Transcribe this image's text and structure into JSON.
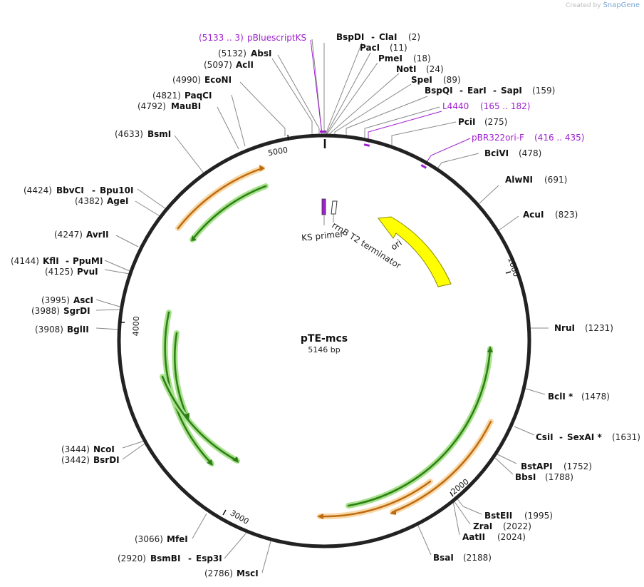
{
  "credit": {
    "prefix": "Created by",
    "brand": "SnapGene"
  },
  "plasmid": {
    "name": "pTE-mcs",
    "size": "5146 bp"
  },
  "ticks": [
    "1000",
    "2000",
    "3000",
    "4000",
    "5000"
  ],
  "features": {
    "ori": "ori",
    "rrnb": "rrnB T2 terminator",
    "ks": "KS primer"
  },
  "colors": {
    "backbone": "#222222",
    "primer": "#a020d0",
    "ori": "#ffff00",
    "cds": "#2e8b1e",
    "cds_glow": "#a6e28a",
    "orange": "#e48a1a",
    "orange_glow": "#f7d9a8",
    "leader": "#888888"
  },
  "labels": {
    "pbluescript_pos": "(5133 .. 3)",
    "pbluescript": "pBluescriptKS",
    "bspdi": "BspDI",
    "clai": "ClaI",
    "bspdi_pos": "(2)",
    "paci": "PacI",
    "paci_pos": "(11)",
    "pmei": "PmeI",
    "pmei_pos": "(18)",
    "noti": "NotI",
    "noti_pos": "(24)",
    "spei": "SpeI",
    "spei_pos": "(89)",
    "bspqi": "BspQI",
    "eari": "EarI",
    "sapi": "SapI",
    "bspqi_pos": "(159)",
    "l4440": "L4440",
    "l4440_pos": "(165 .. 182)",
    "pcii": "PciI",
    "pcii_pos": "(275)",
    "pbr": "pBR322ori-F",
    "pbr_pos": "(416 .. 435)",
    "bcivi": "BciVI",
    "bcivi_pos": "(478)",
    "alwni": "AlwNI",
    "alwni_pos": "(691)",
    "acui": "AcuI",
    "acui_pos": "(823)",
    "nrui": "NruI",
    "nrui_pos": "(1231)",
    "bcli": "BclI *",
    "bcli_pos": "(1478)",
    "csii": "CsiI",
    "sexai": "SexAI *",
    "csii_pos": "(1631)",
    "bstapi": "BstAPI",
    "bstapi_pos": "(1752)",
    "bbsi": "BbsI",
    "bbsi_pos": "(1788)",
    "bsteii": "BstEII",
    "bsteii_pos": "(1995)",
    "zrai": "ZraI",
    "zrai_pos": "(2022)",
    "aatii": "AatII",
    "aatii_pos": "(2024)",
    "bsai": "BsaI",
    "bsai_pos": "(2188)",
    "msci": "MscI",
    "msci_pos": "(2786)",
    "bsmbi": "BsmBI",
    "esp3i": "Esp3I",
    "bsmbi_pos": "(2920)",
    "mfei": "MfeI",
    "mfei_pos": "(3066)",
    "bsrdi": "BsrDI",
    "bsrdi_pos": "(3442)",
    "ncoi": "NcoI",
    "ncoi_pos": "(3444)",
    "bglii": "BglII",
    "bglii_pos": "(3908)",
    "sgrdi": "SgrDI",
    "sgrdi_pos": "(3988)",
    "asci": "AscI",
    "asci_pos": "(3995)",
    "pvui": "PvuI",
    "pvui_pos": "(4125)",
    "kfli": "KflI",
    "ppumi": "PpuMI",
    "kfli_pos": "(4144)",
    "avrii": "AvrII",
    "avrii_pos": "(4247)",
    "agei": "AgeI",
    "agei_pos": "(4382)",
    "bbvci": "BbvCI",
    "bpu10i": "Bpu10I",
    "bbvci_pos": "(4424)",
    "bsmi": "BsmI",
    "bsmi_pos": "(4633)",
    "maubi": "MauBI",
    "maubi_pos": "(4792)",
    "paqci": "PaqCI",
    "paqci_pos": "(4821)",
    "econi": "EcoNI",
    "econi_pos": "(4990)",
    "acli": "AclI",
    "acli_pos": "(5097)",
    "absi": "AbsI",
    "absi_pos": "(5132)"
  }
}
